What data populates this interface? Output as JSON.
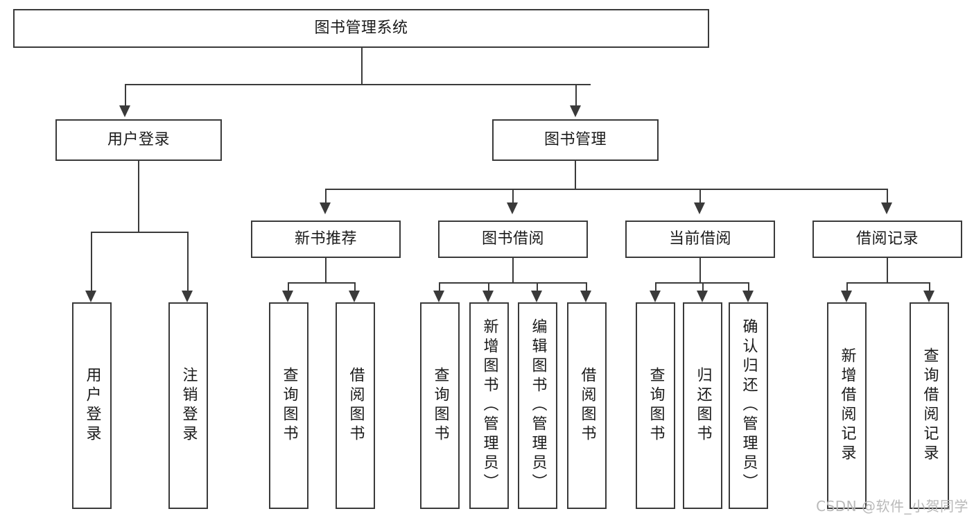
{
  "diagram": {
    "type": "tree-hierarchy-chart",
    "title": "图书管理系统",
    "root": {
      "id": "root",
      "label": "图书管理系统",
      "orientation": "horizontal"
    },
    "level2": [
      {
        "id": "user-login",
        "label": "用户登录",
        "orientation": "horizontal"
      },
      {
        "id": "book-management",
        "label": "图书管理",
        "orientation": "horizontal"
      }
    ],
    "level3": [
      {
        "id": "new-book-recommend",
        "label": "新书推荐",
        "orientation": "horizontal",
        "parent": "book-management"
      },
      {
        "id": "book-borrow",
        "label": "图书借阅",
        "orientation": "horizontal",
        "parent": "book-management"
      },
      {
        "id": "current-borrow",
        "label": "当前借阅",
        "orientation": "horizontal",
        "parent": "book-management"
      },
      {
        "id": "borrow-record",
        "label": "借阅记录",
        "orientation": "horizontal",
        "parent": "book-management"
      }
    ],
    "leaves": [
      {
        "id": "leaf-user-login",
        "label": "用户登录",
        "parent": "user-login"
      },
      {
        "id": "leaf-user-logout",
        "label": "注销登录",
        "parent": "user-login"
      },
      {
        "id": "leaf-query-book-1",
        "label": "查询图书",
        "parent": "new-book-recommend"
      },
      {
        "id": "leaf-borrow-book-1",
        "label": "借阅图书",
        "parent": "new-book-recommend"
      },
      {
        "id": "leaf-query-book-2",
        "label": "查询图书",
        "parent": "book-borrow"
      },
      {
        "id": "leaf-add-book",
        "label": "新增图书（管理员）",
        "parent": "book-borrow"
      },
      {
        "id": "leaf-edit-book",
        "label": "编辑图书（管理员）",
        "parent": "book-borrow"
      },
      {
        "id": "leaf-borrow-book-2",
        "label": "借阅图书",
        "parent": "book-borrow"
      },
      {
        "id": "leaf-query-book-3",
        "label": "查询图书",
        "parent": "current-borrow"
      },
      {
        "id": "leaf-return-book",
        "label": "归还图书",
        "parent": "current-borrow"
      },
      {
        "id": "leaf-confirm-return",
        "label": "确认归还（管理员）",
        "parent": "current-borrow"
      },
      {
        "id": "leaf-add-record",
        "label": "新增借阅记录",
        "parent": "borrow-record"
      },
      {
        "id": "leaf-query-record",
        "label": "查询借阅记录",
        "parent": "borrow-record"
      }
    ],
    "colors": {
      "stroke": "#3a3a3a",
      "fill": "#ffffff",
      "text": "#1a1a1a",
      "watermark": "#b9b9b9"
    }
  },
  "watermark": {
    "text": "CSDN @软件_小贺同学"
  }
}
